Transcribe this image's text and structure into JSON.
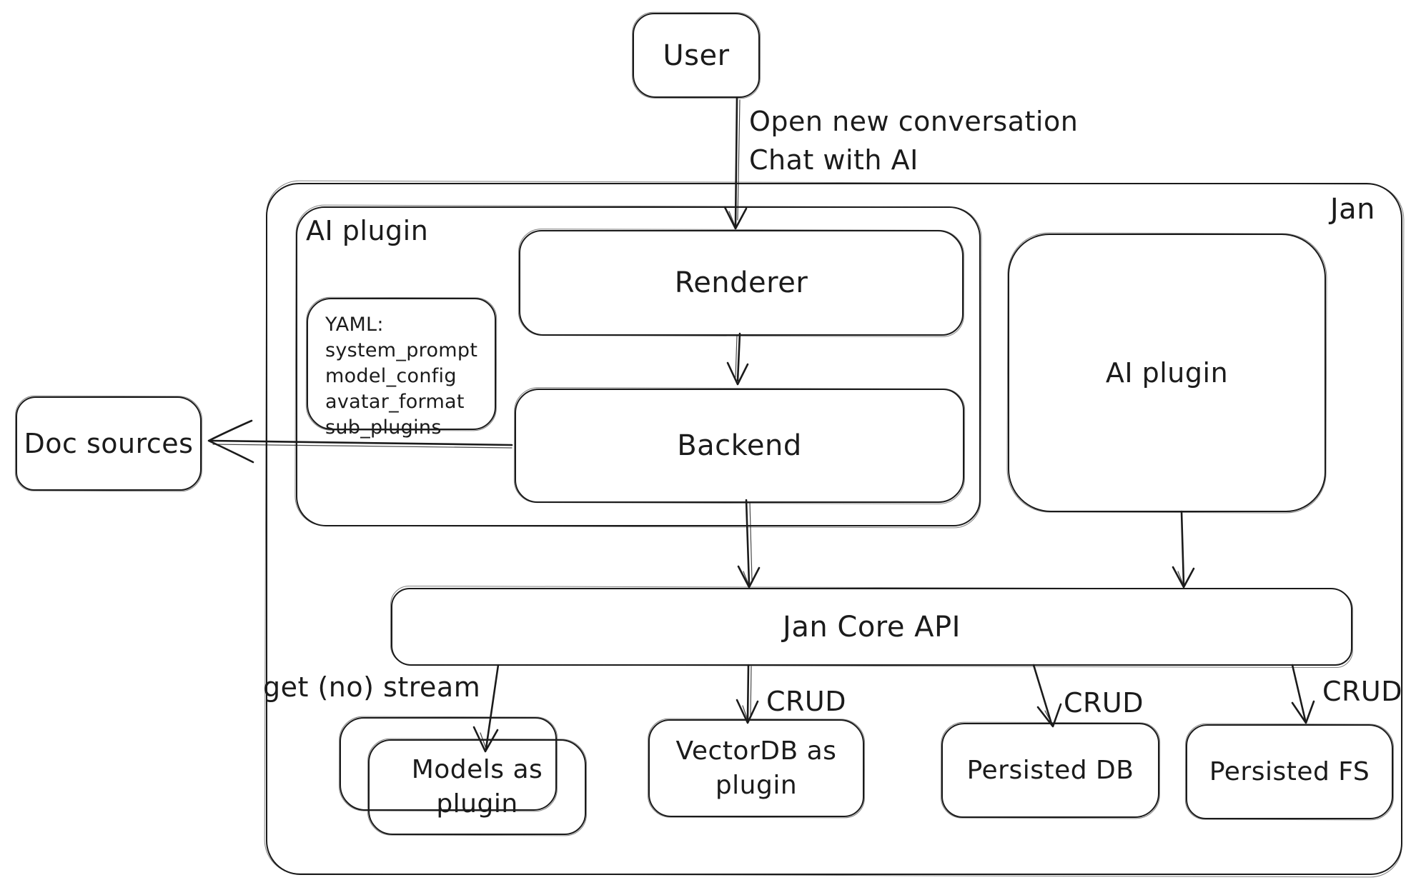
{
  "canvas": {
    "background": "#ffffff",
    "stroke_color": "#1b1b1b"
  },
  "nodes": {
    "user": "User",
    "jan_container": "Jan",
    "ai_plugin_left_container": "AI plugin",
    "renderer": "Renderer",
    "backend": "Backend",
    "ai_plugin_right": "AI plugin",
    "doc_sources": "Doc sources",
    "jan_core_api": "Jan Core API",
    "models_as_plugin": "Models as plugin",
    "vectordb_as_plugin": "VectorDB as plugin",
    "persisted_db": "Persisted DB",
    "persisted_fs": "Persisted FS",
    "yaml_note": {
      "lines": [
        "YAML:",
        "system_prompt",
        "model_config",
        "avatar_format",
        "sub_plugins"
      ]
    }
  },
  "edge_labels": {
    "user_action_line1": "Open new conversation",
    "user_action_line2": "Chat with AI",
    "get_no_stream": "get (no) stream",
    "crud_vectordb": "CRUD",
    "crud_persisted_db": "CRUD",
    "crud_persisted_fs": "CRUD"
  }
}
